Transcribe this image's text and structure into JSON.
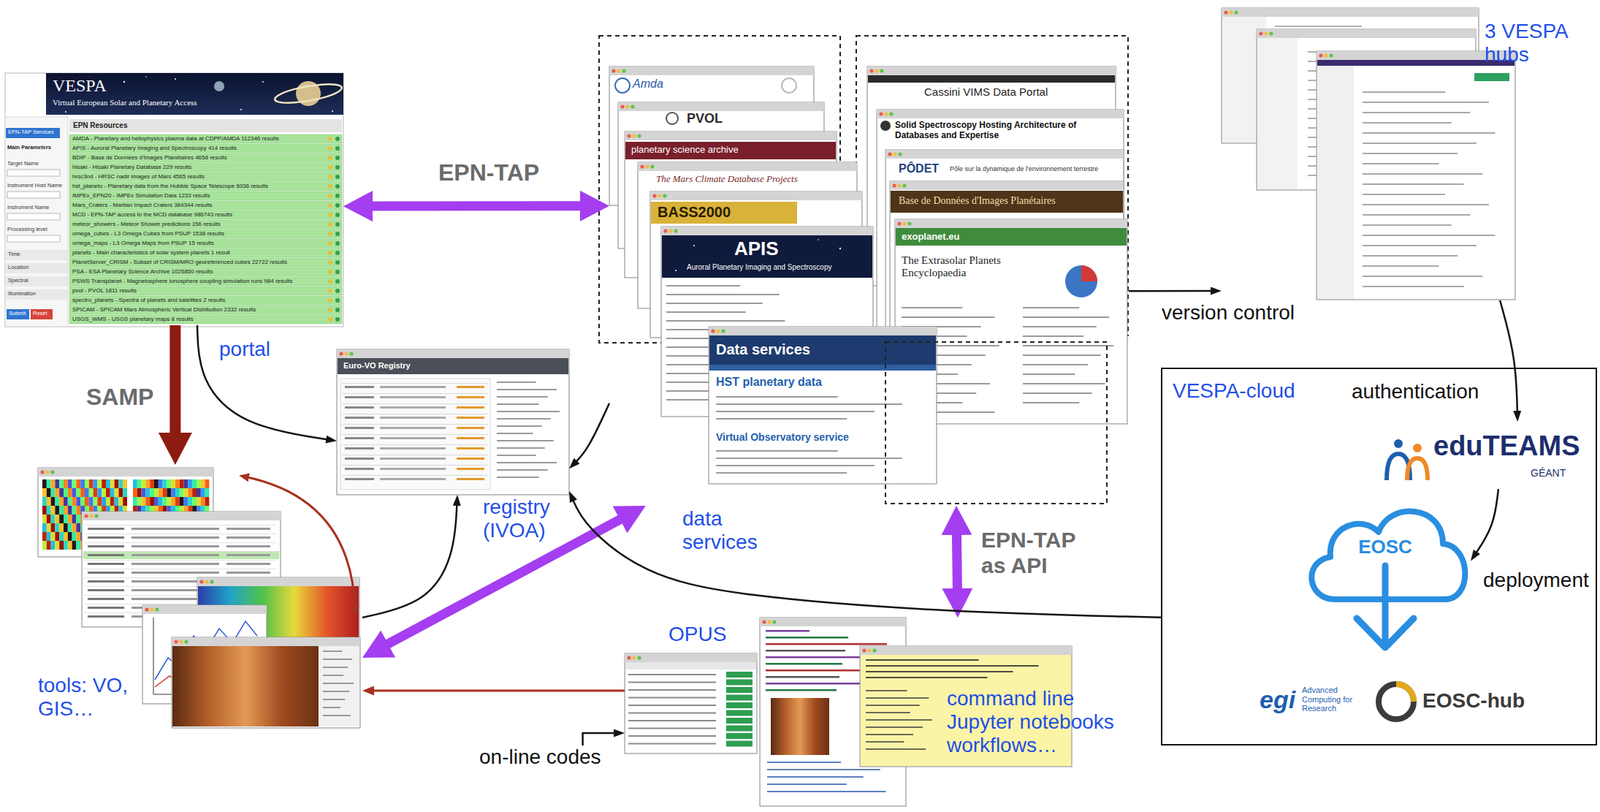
{
  "diagram": {
    "nodes": [
      {
        "text": [
          "portal"
        ]
      },
      {
        "text": [
          "data services"
        ]
      },
      {
        "text": [
          "registry (IVOA)"
        ]
      },
      {
        "text": [
          "tools: VO, GIS…"
        ]
      },
      {
        "text": [
          "OPUS"
        ]
      },
      {
        "text": [
          "command line Jupyter notebooks workflows…"
        ]
      },
      {
        "text": [
          "3 VESPA hubs"
        ]
      },
      {
        "text": [
          "VESPA-cloud"
        ]
      },
      {
        "text": [
          "eduTEAMS",
          "GÉANT"
        ],
        "in": 7
      },
      {
        "text": [
          "EOSC"
        ],
        "in": 7
      },
      {
        "text": [
          "egi",
          "Advanced Computing for Research"
        ],
        "in": 7
      },
      {
        "text": [
          "EOSC-hub"
        ],
        "in": 7
      },
      {
        "text": [
          "on-line codes"
        ]
      }
    ],
    "edges": [
      {
        "from": 0,
        "to": 1,
        "label": "EPN-TAP",
        "arrow": "both"
      },
      {
        "from": 0,
        "to": 3,
        "label": "SAMP",
        "arrow": "to"
      },
      {
        "from": 0,
        "to": 2,
        "arrow": "to"
      },
      {
        "from": 1,
        "to": 2,
        "arrow": "to"
      },
      {
        "from": 3,
        "to": 1,
        "arrow": "both"
      },
      {
        "from": 3,
        "to": 2,
        "arrow": "to"
      },
      {
        "from": 4,
        "to": 3,
        "arrow": "to"
      },
      {
        "from": 1,
        "to": 5,
        "label": "EPN-TAP as API",
        "arrow": "both"
      },
      {
        "from": 1,
        "to": 6,
        "label": "version control",
        "arrow": "to"
      },
      {
        "from": 6,
        "to": 8,
        "label": "authentication",
        "arrow": "to"
      },
      {
        "from": 8,
        "to": 9,
        "label": "deployment",
        "arrow": "to"
      },
      {
        "from": 7,
        "to": 2,
        "arrow": "to"
      },
      {
        "from": 12,
        "to": 4,
        "arrow": "to"
      }
    ],
    "labels": [
      "VESPA",
      "Virtual European Solar and Planetary Access",
      "EPN-TAP Services",
      "Main Parameters",
      "Target Name",
      "Instrument Host Name",
      "Instrument Name",
      "Processing level",
      "Time",
      "Location",
      "Spectral",
      "Illumination",
      "Submit",
      "Reset",
      "EPN Resources",
      "AMDA - Planetary and heliophysics plasma data at CDPP/AMDA 112346 results",
      "APIS - Auroral Planetary Imaging and Spectroscopy 414 results",
      "BDIP - Base de Données d'Images Planétaires 4658 results",
      "hisaki - Hisaki Planetary Database 229 results",
      "hrsc3nd - HRSC nadir images of Mars 4565 results",
      "hst_planeto - Planetary data from the Hubble Space Telescope 6036 results",
      "IMPEx_EPN20 - IMPEx Simulation Data 1233 results",
      "Mars_Craters - Martian Impact Craters 384344 results",
      "MCD - EPN-TAP access to the MCD database 986743 results",
      "meteor_showers - Meteor Shower predictions 156 results",
      "omega_cubes - L3 Omega Cubes from PSUP 1538 results",
      "omega_maps - L3 Omega Maps from PSUP 15 results",
      "planets - Main characteristics of solar system planets 1 result",
      "PlanetServer_CRISM - Subset of CRISM/MRO georeferenced cubes 22722 results",
      "PSA - ESA Planetary Science Archive 1026850 results",
      "PSWS Transplanet - Magnetosphere ionosphere coupling simulation runs 984 results",
      "pvol - PVOL 1811 results",
      "spectro_planets - Spectra of planets and satellites 2 results",
      "SPICAM - SPICAM Mars Atmospheric Vertical Distribution 2332 results",
      "USGS_WMS - USGS planetary maps 8 results",
      "Euro-VO Registry",
      "Amda",
      "PVOL",
      "planetary science archive",
      "The Mars Climate Database Projects",
      "BASS2000",
      "APIS",
      "Auroral Planetary Imaging and Spectroscopy",
      "Data services",
      "HST planetary data",
      "Virtual Observatory service",
      "Cassini VIMS Data Portal",
      "Solid Spectroscopy Hosting Architecture of Databases and Expertise",
      "PÔDET",
      "Pôle sur la dynamique de l'environnement terrestre",
      "Base de Données d'Images Planétaires",
      "exoplanet.eu",
      "The Extrasolar Planets Encyclopaedia"
    ]
  }
}
